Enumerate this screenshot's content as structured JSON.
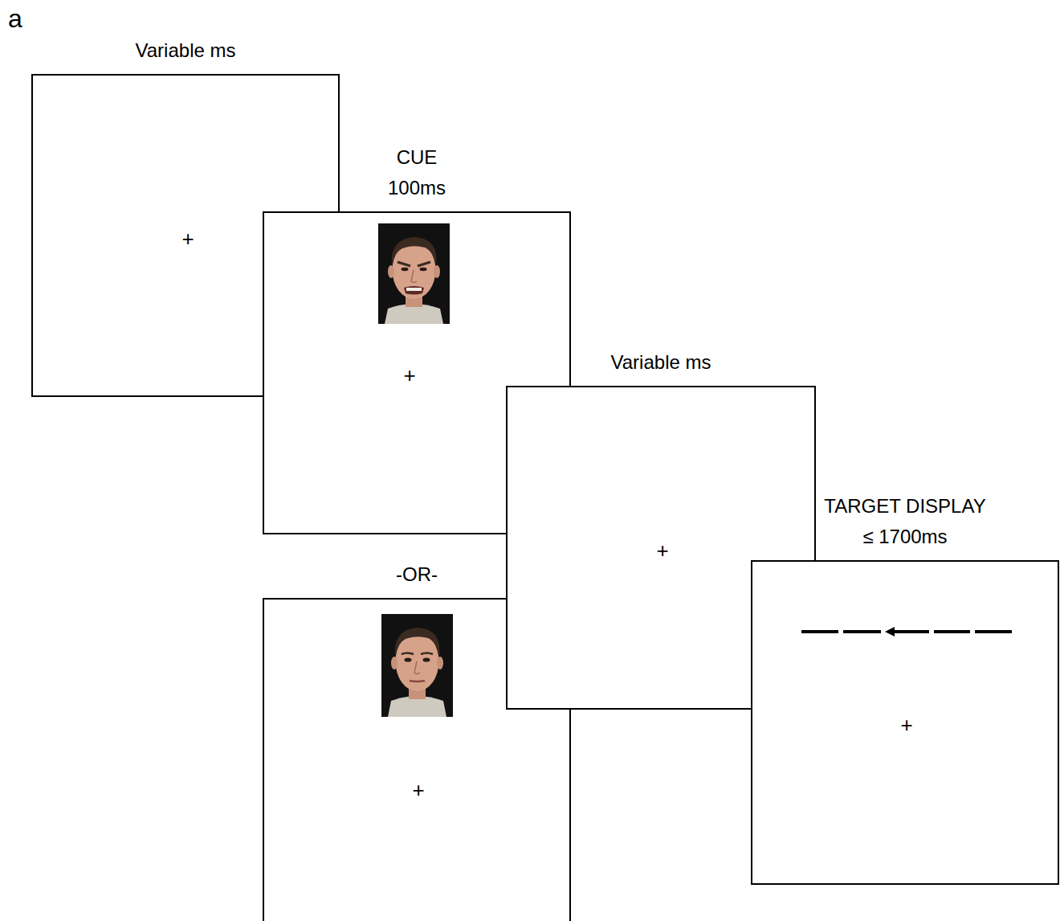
{
  "diagram": {
    "nodes": [
      {
        "text": [
          "Variable ms",
          "+"
        ]
      },
      {
        "text": [
          "CUE 100ms",
          "+"
        ]
      },
      {
        "text": [
          "-OR-",
          "+"
        ]
      },
      {
        "text": [
          "Variable ms",
          "+"
        ]
      },
      {
        "text": [
          "TARGET DISPLAY ≤ 1700ms",
          "+"
        ]
      }
    ],
    "labels": [
      "a"
    ]
  }
}
